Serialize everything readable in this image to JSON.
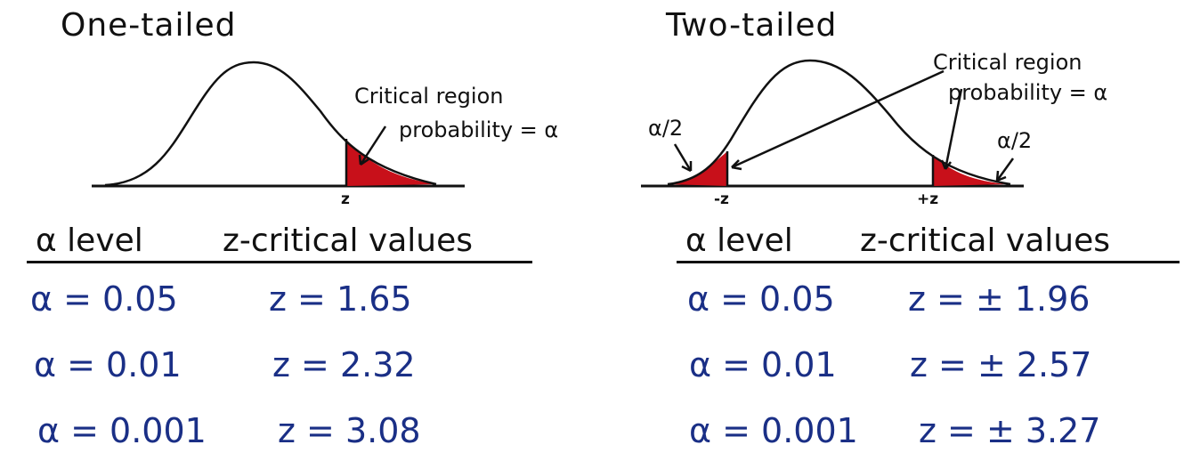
{
  "one_tailed": {
    "title": "One-tailed",
    "critical_label_line1": "Critical region",
    "critical_label_line2": "probability = α",
    "z_tick": "z",
    "header_alpha": "α level",
    "header_z": "z-critical values",
    "rows": [
      {
        "alpha": "α = 0.05",
        "z": "z = 1.65"
      },
      {
        "alpha": "α = 0.01",
        "z": "z = 2.32"
      },
      {
        "alpha": "α = 0.001",
        "z": "z = 3.08"
      }
    ]
  },
  "two_tailed": {
    "title": "Two-tailed",
    "critical_label_line1": "Critical region",
    "critical_label_line2": "probability = α",
    "left_tail_label": "α/2",
    "right_tail_label": "α/2",
    "left_tick": "-z",
    "right_tick": "+z",
    "header_alpha": "α level",
    "header_z": "z-critical values",
    "rows": [
      {
        "alpha": "α = 0.05",
        "z": "z = ± 1.96"
      },
      {
        "alpha": "α = 0.01",
        "z": "z = ± 2.57"
      },
      {
        "alpha": "α = 0.001",
        "z": "z = ± 3.27"
      }
    ]
  },
  "colors": {
    "region": "#c8101a",
    "ink": "#111111",
    "values": "#1a2f86"
  }
}
